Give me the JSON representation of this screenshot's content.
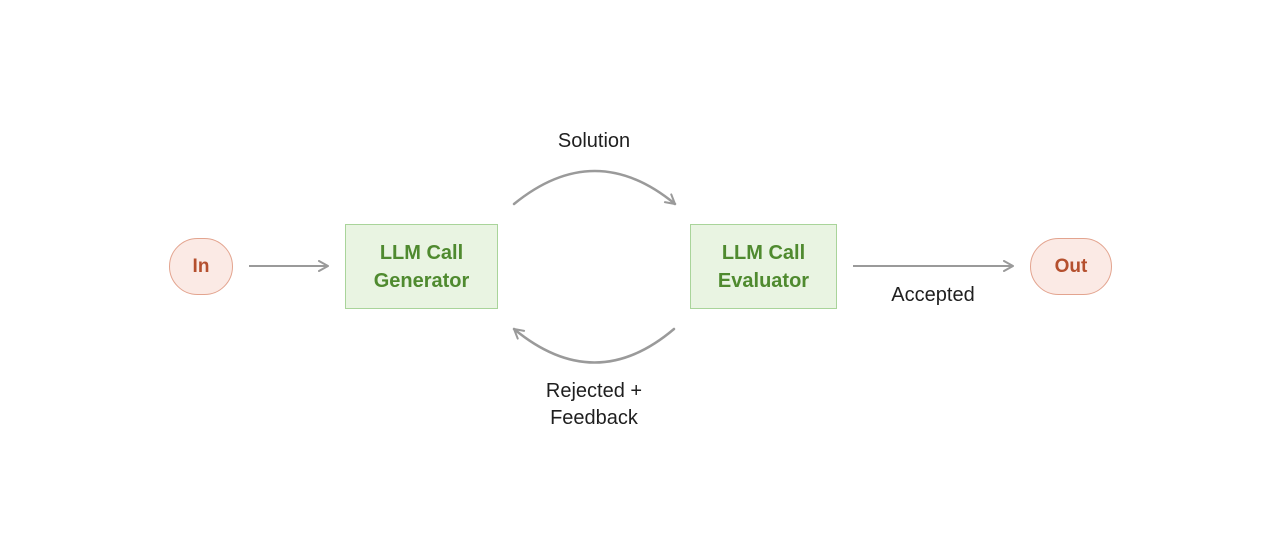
{
  "nodes": {
    "in": {
      "label": "In"
    },
    "generator": {
      "line1": "LLM Call",
      "line2": "Generator"
    },
    "evaluator": {
      "line1": "LLM Call",
      "line2": "Evaluator"
    },
    "out": {
      "label": "Out"
    }
  },
  "edges": {
    "solution": {
      "label": "Solution"
    },
    "rejected": {
      "line1": "Rejected +",
      "line2": "Feedback"
    },
    "accepted": {
      "label": "Accepted"
    }
  },
  "colors": {
    "arrow": "#9a9a9a",
    "terminal_fill": "#fbeae5",
    "terminal_border": "#e3a48f",
    "terminal_text": "#b5502e",
    "llm_fill": "#e9f4e2",
    "llm_border": "#a9d49a",
    "llm_text": "#4f8a2f"
  }
}
